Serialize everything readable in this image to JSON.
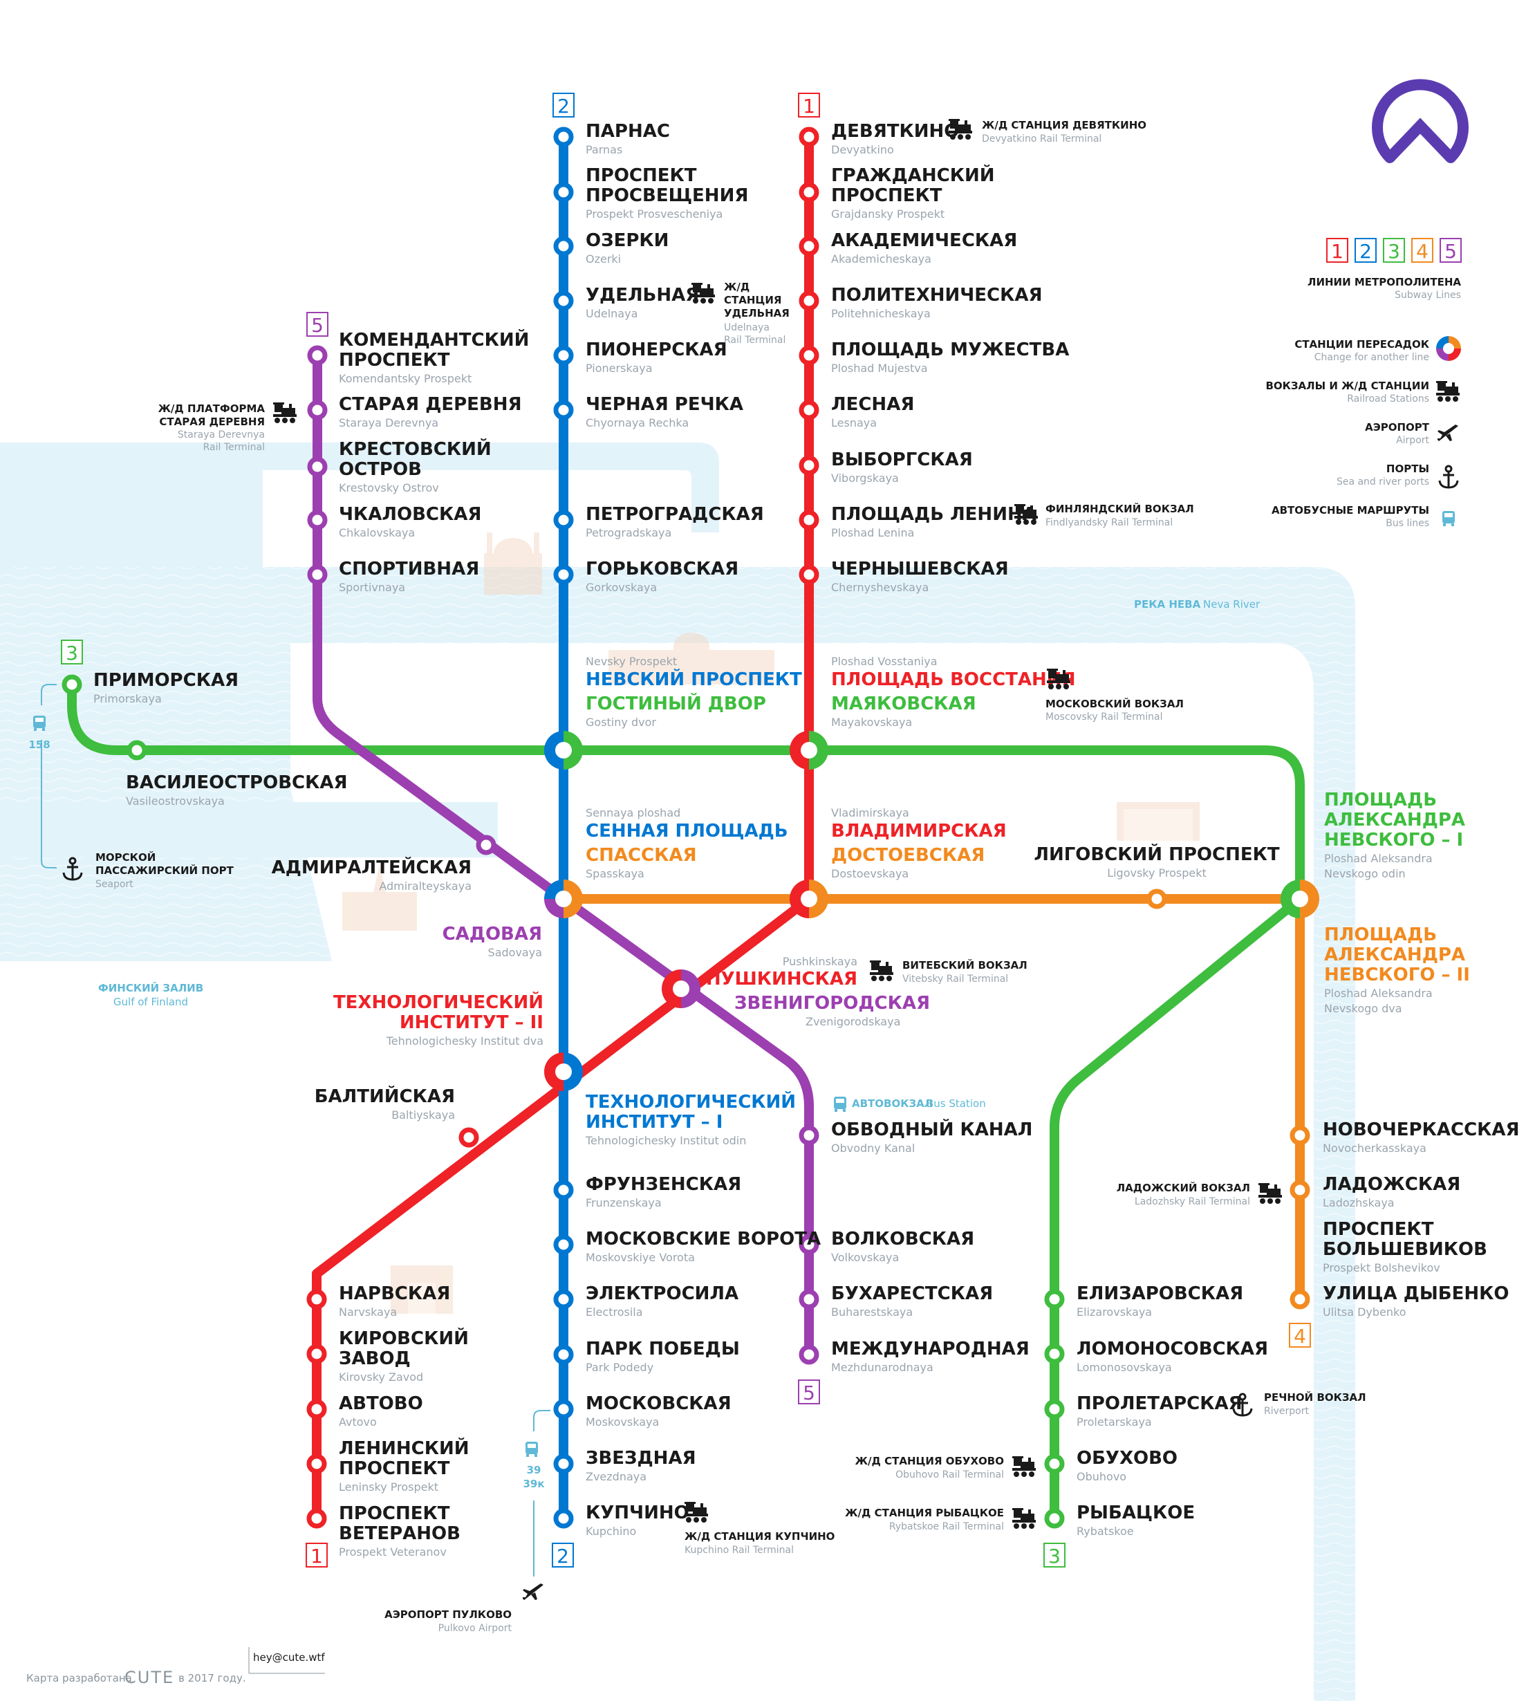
{
  "colors": {
    "line1": "#ee2227",
    "line2": "#0078d2",
    "line3": "#3ebd3e",
    "line4": "#f28a1f",
    "line5": "#9c3fb0",
    "water": "#e3f3fa",
    "logo": "#5b3cb0"
  },
  "line_badges": {
    "l1_top": "1",
    "l1_bottom": "1",
    "l2_top": "2",
    "l2_bottom": "2",
    "l3_top": "3",
    "l3_bottom": "3",
    "l4_bottom": "4",
    "l5_top": "5",
    "l5_bottom": "5"
  },
  "stations": {
    "parnas": {
      "ru": "ПАРНАС",
      "lat": "Parnas"
    },
    "prosvescheniya": {
      "ru": [
        "ПРОСПЕКТ",
        "ПРОСВЕЩЕНИЯ"
      ],
      "lat": "Prospekt Prosvescheniya"
    },
    "ozerki": {
      "ru": "ОЗЕРКИ",
      "lat": "Ozerki"
    },
    "udelnaya": {
      "ru": "УДЕЛЬНАЯ",
      "lat": "Udelnaya"
    },
    "pionerskaya": {
      "ru": "ПИОНЕРСКАЯ",
      "lat": "Pionerskaya"
    },
    "chernaya": {
      "ru": "ЧЕРНАЯ РЕЧКА",
      "lat": "Chyornaya Rechka"
    },
    "petrogradskaya": {
      "ru": "ПЕТРОГРАДСКАЯ",
      "lat": "Petrogradskaya"
    },
    "gorkovskaya": {
      "ru": "ГОРЬКОВСКАЯ",
      "lat": "Gorkovskaya"
    },
    "devyatkino": {
      "ru": "ДЕВЯТКИНО",
      "lat": "Devyatkino"
    },
    "grajdansky": {
      "ru": [
        "ГРАЖДАНСКИЙ",
        "ПРОСПЕКТ"
      ],
      "lat": "Grajdansky Prospekt"
    },
    "akademicheskaya": {
      "ru": "АКАДЕМИЧЕСКАЯ",
      "lat": "Akademicheskaya"
    },
    "politehnicheskaya": {
      "ru": "ПОЛИТЕХНИЧЕСКАЯ",
      "lat": "Politehnicheskaya"
    },
    "mujestva": {
      "ru": "ПЛОЩАДЬ МУЖЕСТВА",
      "lat": "Ploshad Mujestva"
    },
    "lesnaya": {
      "ru": "ЛЕСНАЯ",
      "lat": "Lesnaya"
    },
    "vyborgskaya": {
      "ru": "ВЫБОРГСКАЯ",
      "lat": "Viborgskaya"
    },
    "lenina": {
      "ru": "ПЛОЩАДЬ ЛЕНИНА",
      "lat": "Ploshad Lenina"
    },
    "chernyshevskaya": {
      "ru": "ЧЕРНЫШЕВСКАЯ",
      "lat": "Chernyshevskaya"
    },
    "komendantsky": {
      "ru": [
        "КОМЕНДАНТСКИЙ",
        "ПРОСПЕКТ"
      ],
      "lat": "Komendantsky Prospekt"
    },
    "staraya": {
      "ru": "СТАРАЯ ДЕРЕВНЯ",
      "lat": "Staraya Derevnya"
    },
    "krestovsky": {
      "ru": [
        "КРЕСТОВСКИЙ",
        "ОСТРОВ"
      ],
      "lat": "Krestovsky Ostrov"
    },
    "chkalovskaya": {
      "ru": "ЧКАЛОВСКАЯ",
      "lat": "Chkalovskaya"
    },
    "sportivnaya": {
      "ru": "СПОРТИВНАЯ",
      "lat": "Sportivnaya"
    },
    "primorskaya": {
      "ru": "ПРИМОРСКАЯ",
      "lat": "Primorskaya"
    },
    "vasileostrovskaya": {
      "ru": "ВАСИЛЕОСТРОВСКАЯ",
      "lat": "Vasileostrovskaya"
    },
    "nevsky": {
      "lat": "Nevsky Prospekt",
      "ru": "НЕВСКИЙ ПРОСПЕКТ"
    },
    "gostiny": {
      "ru": "ГОСТИНЫЙ ДВОР",
      "lat": "Gostiny dvor"
    },
    "vosstaniya": {
      "lat": "Ploshad Vosstaniya",
      "ru": "ПЛОЩАДЬ ВОССТАНИЯ"
    },
    "mayakovskaya": {
      "ru": "МАЯКОВСКАЯ",
      "lat": "Mayakovskaya"
    },
    "alexnev1": {
      "ru": [
        "ПЛОЩАДЬ",
        "АЛЕКСАНДРА",
        "НЕВСКОГО – I"
      ],
      "lat": [
        "Ploshad Aleksandra",
        "Nevskogo odin"
      ]
    },
    "alexnev2": {
      "ru": [
        "ПЛОЩАДЬ",
        "АЛЕКСАНДРА",
        "НЕВСКОГО – II"
      ],
      "lat": [
        "Ploshad Aleksandra",
        "Nevskogo dva"
      ]
    },
    "sennaya": {
      "lat": "Sennaya ploshad",
      "ru": "СЕННАЯ ПЛОЩАДЬ"
    },
    "spasskaya": {
      "ru": "СПАССКАЯ",
      "lat": "Spasskaya"
    },
    "vladimirskaya": {
      "lat": "Vladimirskaya",
      "ru": "ВЛАДИМИРСКАЯ"
    },
    "dostoevskaya": {
      "ru": "ДОСТОЕВСКАЯ",
      "lat": "Dostoevskaya"
    },
    "ligovsky": {
      "ru": "ЛИГОВСКИЙ ПРОСПЕКТ",
      "lat": "Ligovsky Prospekt"
    },
    "admiralteyskaya": {
      "ru": "АДМИРАЛТЕЙСКАЯ",
      "lat": "Admiralteyskaya"
    },
    "sadovaya": {
      "ru": "САДОВАЯ",
      "lat": "Sadovaya"
    },
    "pushkinskaya": {
      "lat": "Pushkinskaya",
      "ru": "ПУШКИНСКАЯ"
    },
    "zvenigorodskaya": {
      "ru": "ЗВЕНИГОРОДСКАЯ",
      "lat": "Zvenigorodskaya"
    },
    "tehinst2": {
      "ru": [
        "ТЕХНОЛОГИЧЕСКИЙ",
        "ИНСТИТУТ – II"
      ],
      "lat": "Tehnologichesky Institut dva"
    },
    "tehinst1": {
      "ru": [
        "ТЕХНОЛОГИЧЕСКИЙ",
        "ИНСТИТУТ – I"
      ],
      "lat": "Tehnologichesky Institut odin"
    },
    "baltiyskaya": {
      "ru": "БАЛТИЙСКАЯ",
      "lat": "Baltiyskaya"
    },
    "obvodny": {
      "ru": "ОБВОДНЫЙ КАНАЛ",
      "lat": "Obvodny Kanal"
    },
    "frunzenskaya": {
      "ru": "ФРУНЗЕНСКАЯ",
      "lat": "Frunzenskaya"
    },
    "moskvorota": {
      "ru": "МОСКОВСКИЕ ВОРОТА",
      "lat": "Moskovskiye Vorota"
    },
    "elektrosila": {
      "ru": "ЭЛЕКТРОСИЛА",
      "lat": "Electrosila"
    },
    "parkpobedy": {
      "ru": "ПАРК ПОБЕДЫ",
      "lat": "Park Podedy"
    },
    "moskovskaya": {
      "ru": "МОСКОВСКАЯ",
      "lat": "Moskovskaya"
    },
    "zvezdnaya": {
      "ru": "ЗВЕЗДНАЯ",
      "lat": "Zvezdnaya"
    },
    "kupchino": {
      "ru": "КУПЧИНО",
      "lat": "Kupchino"
    },
    "volkovskaya": {
      "ru": "ВОЛКОВСКАЯ",
      "lat": "Volkovskaya"
    },
    "buharestskaya": {
      "ru": "БУХАРЕСТСКАЯ",
      "lat": "Buharestskaya"
    },
    "mezhdunarodnaya": {
      "ru": "МЕЖДУНАРОДНАЯ",
      "lat": "Mezhdunarodnaya"
    },
    "narvskaya": {
      "ru": "НАРВСКАЯ",
      "lat": "Narvskaya"
    },
    "kirovsky": {
      "ru": [
        "КИРОВСКИЙ",
        "ЗАВОД"
      ],
      "lat": "Kirovsky Zavod"
    },
    "avtovo": {
      "ru": "АВТОВО",
      "lat": "Avtovo"
    },
    "leninsky": {
      "ru": [
        "ЛЕНИНСКИЙ",
        "ПРОСПЕКТ"
      ],
      "lat": "Leninsky Prospekt"
    },
    "veteranov": {
      "ru": [
        "ПРОСПЕКТ",
        "ВЕТЕРАНОВ"
      ],
      "lat": "Prospekt Veteranov"
    },
    "novocherkasskaya": {
      "ru": "НОВОЧЕРКАССКАЯ",
      "lat": "Novocherkasskaya"
    },
    "ladozhskaya": {
      "ru": "ЛАДОЖСКАЯ",
      "lat": "Ladozhskaya"
    },
    "bolshevikov": {
      "ru": [
        "ПРОСПЕКТ",
        "БОЛЬШЕВИКОВ"
      ],
      "lat": "Prospekt Bolshevikov"
    },
    "dybenko": {
      "ru": "УЛИЦА ДЫБЕНКО",
      "lat": "Ulitsa Dybenko"
    },
    "elizarovskaya": {
      "ru": "ЕЛИЗАРОВСКАЯ",
      "lat": "Elizarovskaya"
    },
    "lomonosovskaya": {
      "ru": "ЛОМОНОСОВСКАЯ",
      "lat": "Lomonosovskaya"
    },
    "proletarskaya": {
      "ru": "ПРОЛЕТАРСКАЯ",
      "lat": "Proletarskaya"
    },
    "obuhovo": {
      "ru": "ОБУХОВО",
      "lat": "Obuhovo"
    },
    "rybatskoe": {
      "ru": "РЫБАЦКОЕ",
      "lat": "Rybatskoe"
    }
  },
  "points_of_interest": {
    "devyatkino_rail": {
      "ru": "Ж/Д СТАНЦИЯ ДЕВЯТКИНО",
      "lat": "Devyatkino Rail Terminal"
    },
    "udelnaya_rail": {
      "ru": [
        "Ж/Д",
        "СТАНЦИЯ",
        "УДЕЛЬНАЯ"
      ],
      "lat": [
        "Udelnaya",
        "Rail Terminal"
      ]
    },
    "staraya_rail": {
      "ru": [
        "Ж/Д ПЛАТФОРМА",
        "СТАРАЯ ДЕРЕВНЯ"
      ],
      "lat": [
        "Staraya Derevnya",
        "Rail Terminal"
      ]
    },
    "finland_rail": {
      "ru": "ФИНЛЯНДСКИЙ ВОКЗАЛ",
      "lat": "Findlyandsky Rail Terminal"
    },
    "moscow_rail": {
      "ru": "МОСКОВСКИЙ ВОКЗАЛ",
      "lat": "Moscovsky Rail Terminal"
    },
    "vitebsky_rail": {
      "ru": "ВИТЕБСКИЙ ВОКЗАЛ",
      "lat": "Vitebsky Rail Terminal"
    },
    "bus_station": {
      "ru": "АВТОВОКЗАЛ",
      "lat": "Bus Station"
    },
    "ladozhsky_rail": {
      "ru": "ЛАДОЖСКИЙ ВОКЗАЛ",
      "lat": "Ladozhsky Rail Terminal"
    },
    "riverport": {
      "ru": "РЕЧНОЙ ВОКЗАЛ",
      "lat": "Riverport"
    },
    "obuhovo_rail": {
      "ru": "Ж/Д СТАНЦИЯ ОБУХОВО",
      "lat": "Obuhovo Rail Terminal"
    },
    "rybatskoe_rail": {
      "ru": "Ж/Д СТАНЦИЯ РЫБАЦКОЕ",
      "lat": "Rybatskoe Rail Terminal"
    },
    "kupchino_rail": {
      "ru": "Ж/Д СТАНЦИЯ КУПЧИНО",
      "lat": "Kupchino Rail Terminal"
    },
    "seaport": {
      "ru": [
        "МОРСКОЙ",
        "ПАССАЖИРСКИЙ ПОРТ"
      ],
      "lat": "Seaport"
    },
    "airport": {
      "ru": "АЭРОПОРТ ПУЛКОВО",
      "lat": "Pulkovo Airport"
    },
    "bus_158": "158",
    "bus_39": "39",
    "bus_39k": "39к"
  },
  "water_labels": {
    "neva_ru": "РЕКА НЕВА",
    "neva_lat": "Neva River",
    "gulf_ru": "ФИНСКИЙ ЗАЛИВ",
    "gulf_lat": "Gulf of Finland"
  },
  "legend": {
    "lines_ru": "ЛИНИИ МЕТРОПОЛИТЕНА",
    "lines_lat": "Subway Lines",
    "numbers": [
      "1",
      "2",
      "3",
      "4",
      "5"
    ],
    "transfer_ru": "СТАНЦИИ ПЕРЕСАДОК",
    "transfer_lat": "Change for another line",
    "rail_ru": "ВОКЗАЛЫ И Ж/Д СТАНЦИИ",
    "rail_lat": "Railroad Stations",
    "airport_ru": "АЭРОПОРТ",
    "airport_lat": "Airport",
    "ports_ru": "ПОРТЫ",
    "ports_lat": "Sea and river ports",
    "bus_ru": "АВТОБУСНЫЕ МАРШРУТЫ",
    "bus_lat": "Bus lines"
  },
  "footer": {
    "email": "hey@cute.wtf",
    "prefix": "Карта разработана",
    "brand": "CUTE",
    "suffix": "в 2017 году."
  }
}
